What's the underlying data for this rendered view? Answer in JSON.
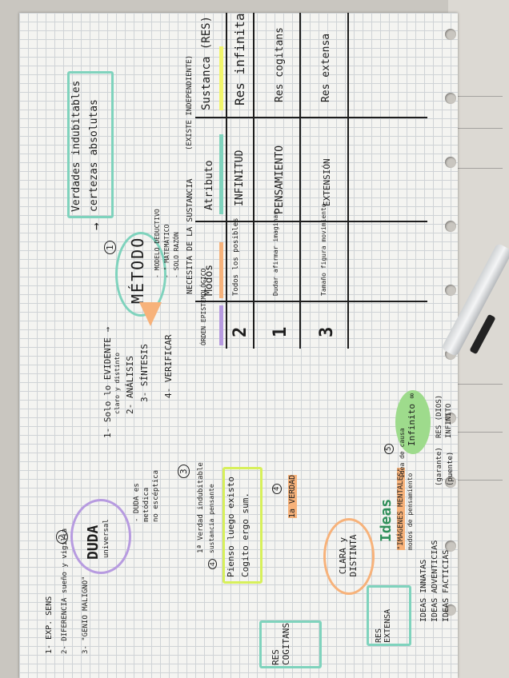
{
  "left_column": {
    "verdades_line1": "Verdades indubitables",
    "verdades_line2": "certezas absolutas",
    "metodo_num": "1",
    "metodo": "MÉTODO",
    "metodo_notes": [
      "- MODELO DEDUCTIVO",
      "- \" MATEMÁTICO",
      "- SOLO RAZÓN"
    ],
    "steps": [
      "1- Solo lo EVIDENTE →",
      "claro y distinto",
      "2- ANÁLISIS",
      "3- SÍNTESIS",
      "4- VERIFICAR"
    ]
  },
  "table": {
    "existe": "(EXISTE INDEPENDIENTE)",
    "necesita": "NECESITA DE LA SUSTANCIA",
    "headers": [
      "Sustanca (RES)",
      "Atributo",
      "Modos",
      "ÓRDEN EPISTEMOLÓGICO"
    ],
    "rows": [
      {
        "sustancia": "Res infinita",
        "atributo": "INFINITUD",
        "modos": "Todos los posibles",
        "orden": "2"
      },
      {
        "sustancia": "Res cogitans",
        "atributo": "PENSAMIENTO",
        "modos": "Dudar afirmar imaginar",
        "orden": "1"
      },
      {
        "sustancia": "Res extensa",
        "atributo": "EXTENSIÓN",
        "modos": "Tamaño figura movimiento",
        "orden": "3"
      }
    ]
  },
  "duda": {
    "num": "2",
    "label": "DUDA",
    "sub": "universal",
    "items": [
      "1- EXP. SENS",
      "2- DIFERENCIA sueño y vigilia",
      "3- \"GENIO MALIGNO\""
    ],
    "duda_note": [
      "- DUDA es",
      "metódica",
      "no escéptica"
    ]
  },
  "verdad": {
    "num": "3",
    "first": "1ª Verdad indubitable",
    "res_cogitans_num": "4",
    "res_cogitans_sub": "sustancia pensante",
    "pienso": "Pienso luego existo",
    "cogito": "Cogito ergo sum.",
    "criterio_num": "4",
    "criterio": "1a VERDAD",
    "clara": "CLARA y DISTINTA",
    "res_cogitans": "RES COGITANS",
    "ideas": "Ideas",
    "ideas_sub": "\"IMÁGENES MENTALES\"",
    "ideas_sub2": "modos de pensamiento",
    "tipos": [
      "IDEAS INNATAS",
      "IDEAS ADVENTICIAS",
      "IDEAS FACTICIAS"
    ],
    "res_extensa": "RES EXTENSA"
  },
  "infinito": {
    "num": "5",
    "label": "Infinito ∞",
    "note1": "idea de causa",
    "res_infinito": "RES (DIOS)",
    "infinito2": "INFINITO",
    "garante": "(garante)",
    "puente": "(puente)"
  }
}
